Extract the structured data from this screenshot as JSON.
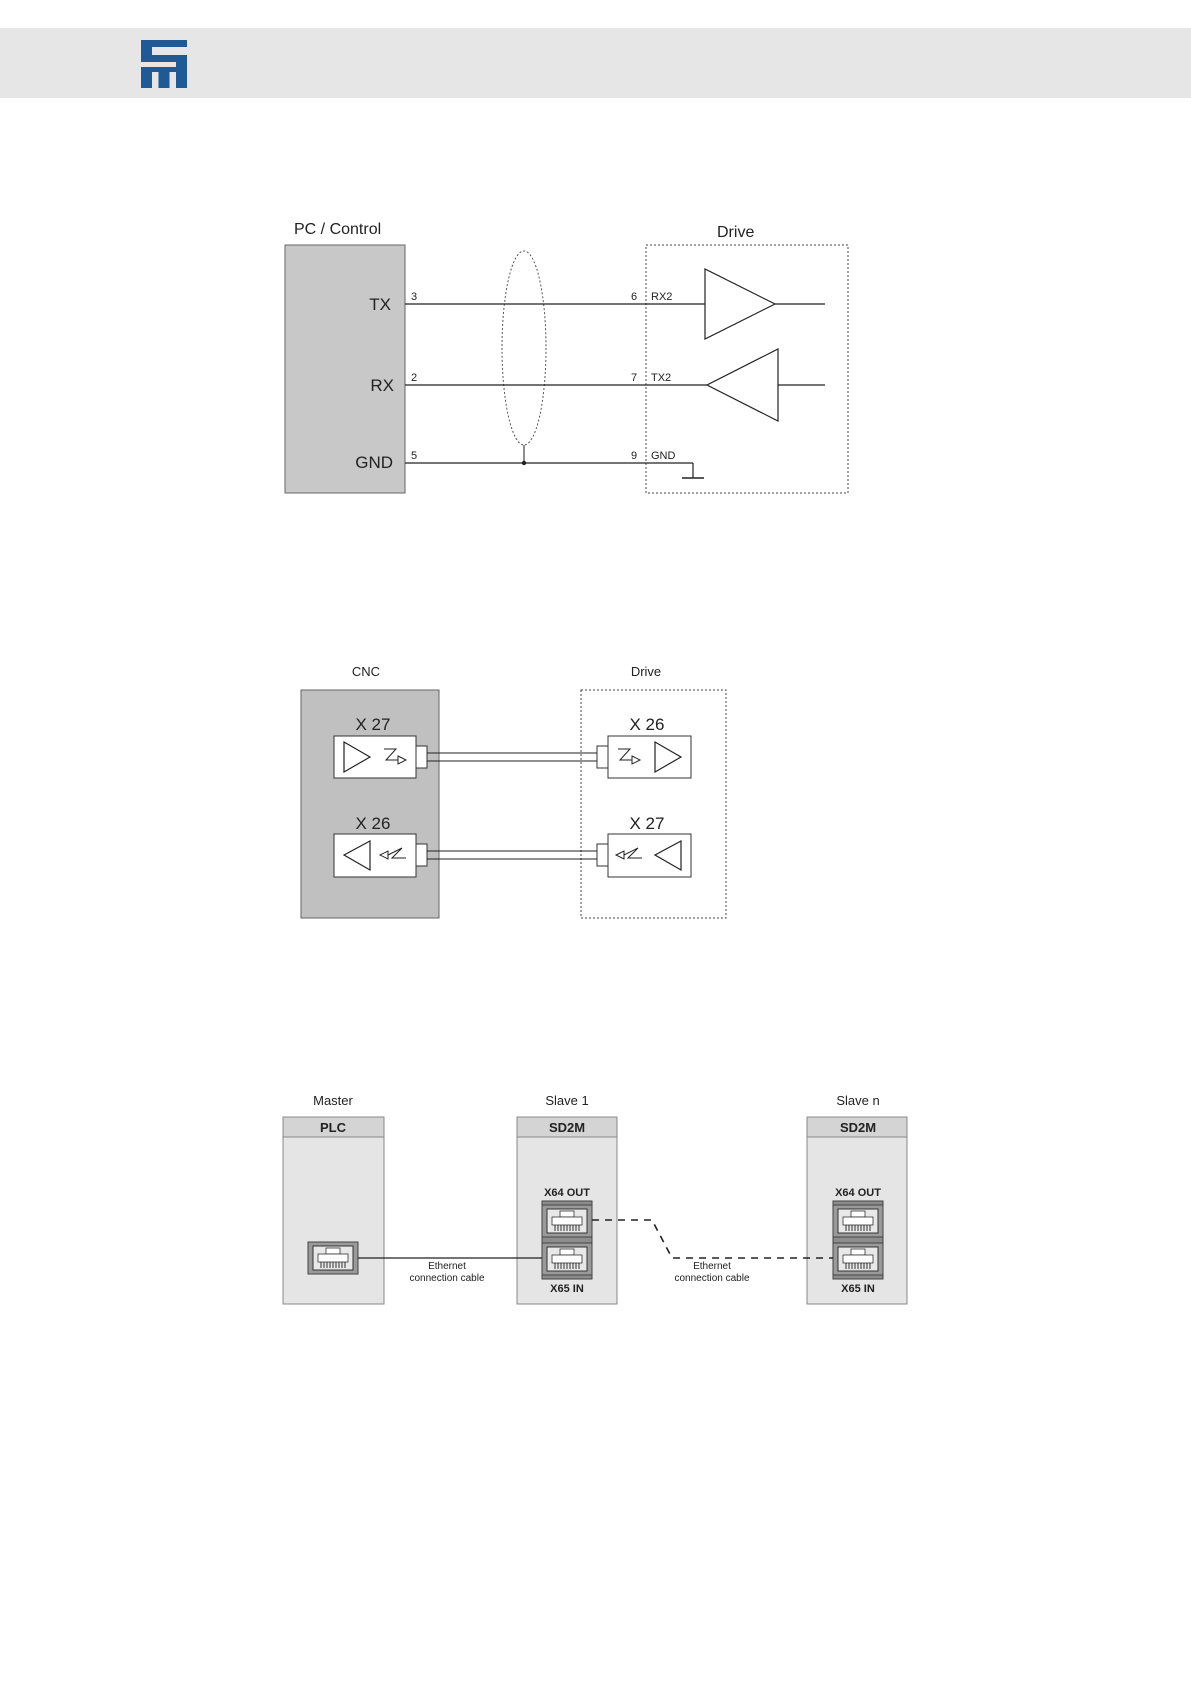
{
  "header": {
    "logo_icon": "company-logo",
    "band_color": "#e6e6e6",
    "logo_color": "#1f5a96"
  },
  "rs232": {
    "left_title": "PC / Control",
    "right_title": "Drive",
    "signals": [
      {
        "name": "TX",
        "pin_left": "3",
        "pin_right": "6",
        "drive_label": "RX2"
      },
      {
        "name": "RX",
        "pin_left": "2",
        "pin_right": "7",
        "drive_label": "TX2"
      },
      {
        "name": "GND",
        "pin_left": "5",
        "pin_right": "9",
        "drive_label": "GND"
      }
    ]
  },
  "fiber": {
    "left_title": "CNC",
    "right_title": "Drive",
    "cnc_ports": [
      "X 27",
      "X 26"
    ],
    "drive_ports": [
      "X 26",
      "X 27"
    ]
  },
  "ethercat": {
    "master_title": "Master",
    "master_device": "PLC",
    "slave1_title": "Slave 1",
    "slaven_title": "Slave n",
    "slave_device": "SD2M",
    "port_out": "X64 OUT",
    "port_in": "X65 IN",
    "cable_line1": "Ethernet",
    "cable_line2": "connection cable"
  }
}
